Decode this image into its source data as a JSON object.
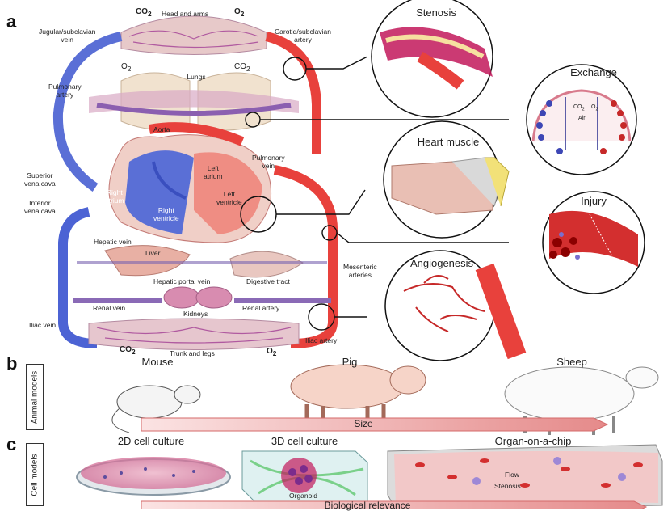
{
  "panels": {
    "a": "a",
    "b": "b",
    "c": "c"
  },
  "circulation": {
    "co2_top": "CO",
    "co2_sub": "2",
    "head_and_arms": "Head and arms",
    "o2_top": "O",
    "o2_sub": "2",
    "jugular": "Jugular/subclavian\nvein",
    "carotid": "Carotid/subclavian\nartery",
    "lungs": "Lungs",
    "lungs_o2": "O",
    "lungs_co2": "CO",
    "pulmonary_artery": "Pulmonary\nartery",
    "aorta": "Aorta",
    "pulmonary_vein": "Pulmonary\nvein",
    "left_atrium": "Left\natrium",
    "left_ventricle": "Left\nventricle",
    "right_atrium": "Right\natrium",
    "right_ventricle": "Right\nventricle",
    "superior_vena_cava": "Superior\nvena cava",
    "inferior_vena_cava": "Inferior\nvena cava",
    "hepatic_vein": "Hepatic vein",
    "liver": "Liver",
    "hepatic_portal_vein": "Hepatic portal vein",
    "digestive_tract": "Digestive tract",
    "mesenteric": "Mesenteric\narteries",
    "renal_vein": "Renal vein",
    "kidneys": "Kidneys",
    "renal_artery": "Renal artery",
    "iliac_vein": "Iliac vein",
    "iliac_artery": "Iliac artery",
    "trunk_and_legs": "Trunk and legs",
    "co2_bottom": "CO",
    "o2_bottom": "O"
  },
  "insets": {
    "stenosis": "Stenosis",
    "exchange": "Exchange",
    "exchange_co2": "CO",
    "exchange_o2": "O",
    "exchange_air": "Air",
    "heart_muscle": "Heart muscle",
    "injury": "Injury",
    "angiogenesis": "Angiogenesis"
  },
  "animal_models": {
    "side_label": "Animal models",
    "mouse": "Mouse",
    "pig": "Pig",
    "sheep": "Sheep",
    "axis": "Size"
  },
  "cell_models": {
    "side_label": "Cell models",
    "culture_2d": "2D cell culture",
    "culture_3d": "3D cell culture",
    "organoid": "Organoid",
    "organ_on_chip": "Organ-on-a-chip",
    "flow": "Flow",
    "stenosis": "Stenosis",
    "axis": "Biological relevance"
  },
  "colors": {
    "artery": "#e8413c",
    "vein": "#5a6fd6",
    "capillary": "#b06aa0",
    "tissue": "#f4ddd0"
  }
}
